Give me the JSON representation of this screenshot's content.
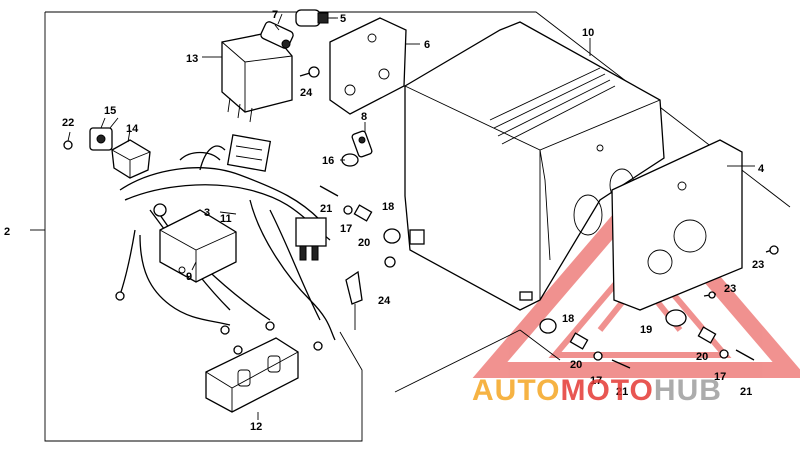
{
  "diagram": {
    "callouts": [
      {
        "id": "c1",
        "label": "2"
      },
      {
        "id": "c2",
        "label": "3"
      },
      {
        "id": "c3",
        "label": "4"
      },
      {
        "id": "c4",
        "label": "5"
      },
      {
        "id": "c5",
        "label": "6"
      },
      {
        "id": "c6",
        "label": "7"
      },
      {
        "id": "c7",
        "label": "8"
      },
      {
        "id": "c8",
        "label": "9"
      },
      {
        "id": "c9",
        "label": "10"
      },
      {
        "id": "c10",
        "label": "11"
      },
      {
        "id": "c11",
        "label": "12"
      },
      {
        "id": "c12",
        "label": "13"
      },
      {
        "id": "c13",
        "label": "14"
      },
      {
        "id": "c14",
        "label": "15"
      },
      {
        "id": "c15",
        "label": "16"
      },
      {
        "id": "c16",
        "label": "17"
      },
      {
        "id": "c17",
        "label": "18"
      },
      {
        "id": "c18",
        "label": "19"
      },
      {
        "id": "c19",
        "label": "20"
      },
      {
        "id": "c20",
        "label": "21"
      },
      {
        "id": "c21",
        "label": "22"
      },
      {
        "id": "c22",
        "label": "23"
      },
      {
        "id": "c23",
        "label": "24"
      },
      {
        "id": "c24",
        "label": "8"
      },
      {
        "id": "c25",
        "label": "16"
      },
      {
        "id": "c26",
        "label": "21"
      },
      {
        "id": "c27",
        "label": "17"
      },
      {
        "id": "c28",
        "label": "20"
      },
      {
        "id": "c29",
        "label": "18"
      },
      {
        "id": "c30",
        "label": "24"
      },
      {
        "id": "c31",
        "label": "23"
      },
      {
        "id": "c32",
        "label": "23"
      },
      {
        "id": "c33",
        "label": "18"
      },
      {
        "id": "c34",
        "label": "20"
      },
      {
        "id": "c35",
        "label": "17"
      },
      {
        "id": "c36",
        "label": "21"
      },
      {
        "id": "c37",
        "label": "20"
      },
      {
        "id": "c38",
        "label": "17"
      },
      {
        "id": "c39",
        "label": "21"
      },
      {
        "id": "c40",
        "label": "24"
      }
    ]
  },
  "watermark": {
    "part1": "AUTO",
    "part2": "MOTO",
    "part3": "HUB",
    "color_orange": "#f5a623",
    "color_red": "#e53935",
    "color_gray": "#9e9e9e"
  }
}
